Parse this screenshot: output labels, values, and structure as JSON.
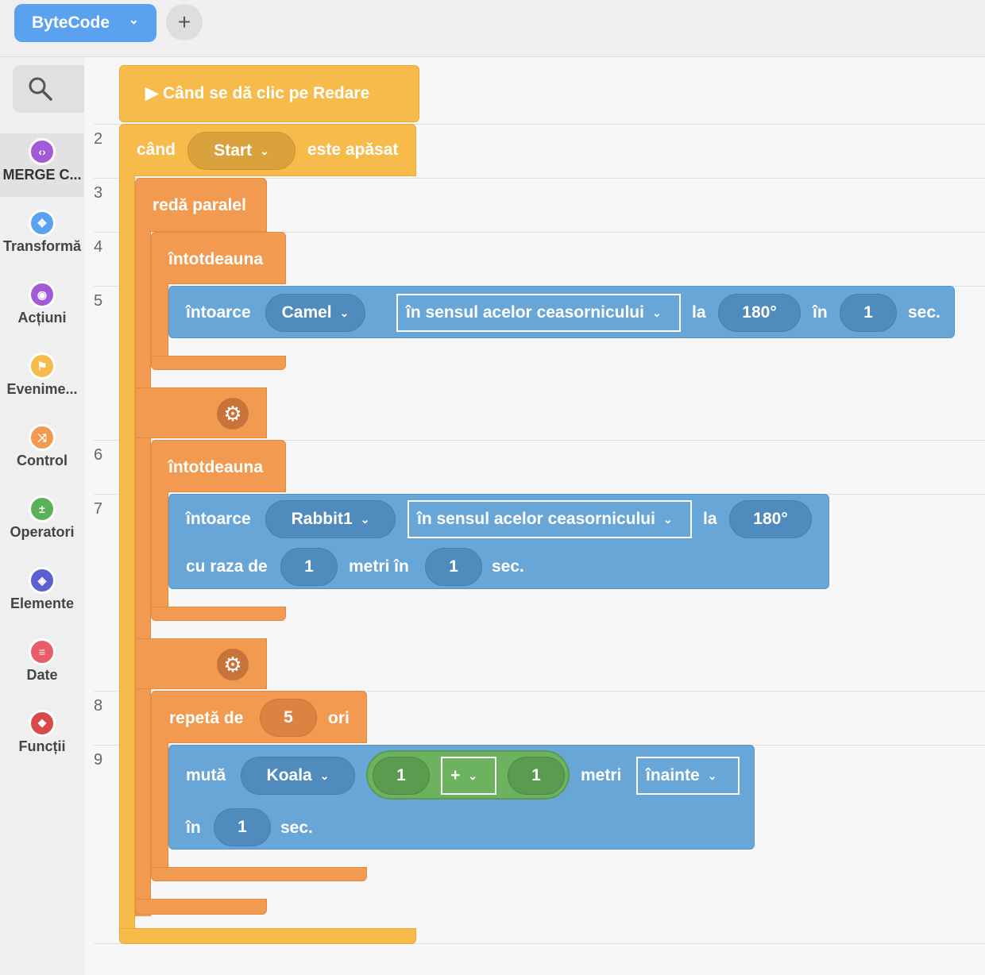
{
  "topbar": {
    "project_name": "ByteCode",
    "chevron": "chevron-down-icon",
    "add_label": "+"
  },
  "sidebar": {
    "search_icon": "search-icon",
    "categories": [
      {
        "label": "MERGE C...",
        "icon": "code-icon",
        "color": "#a35ad8"
      },
      {
        "label": "Transformă",
        "icon": "move-arrows-icon",
        "color": "#5aa1ef"
      },
      {
        "label": "Acțiuni",
        "icon": "eye-icon",
        "color": "#a35ad8"
      },
      {
        "label": "Evenime...",
        "icon": "flag-icon",
        "color": "#f6bb4a"
      },
      {
        "label": "Control",
        "icon": "branch-icon",
        "color": "#f19a50"
      },
      {
        "label": "Operatori",
        "icon": "math-icon",
        "color": "#5bb05a"
      },
      {
        "label": "Elemente",
        "icon": "cube-icon",
        "color": "#5b5fd0"
      },
      {
        "label": "Date",
        "icon": "database-icon",
        "color": "#e95d6b"
      },
      {
        "label": "Funcții",
        "icon": "function-icon",
        "color": "#d84a4a"
      }
    ]
  },
  "line_numbers": [
    "2",
    "3",
    "4",
    "5",
    "6",
    "7",
    "8",
    "9"
  ],
  "blocks": {
    "hat": {
      "label": "▶ Când se dă clic pe Redare"
    },
    "when_pressed": {
      "prefix": "când",
      "button": "Start",
      "suffix": "este apăsat"
    },
    "parallel": {
      "label": "redă paralel"
    },
    "forever1": {
      "label": "întotdeauna"
    },
    "turn1": {
      "verb": "întoarce",
      "object": "Camel",
      "direction": "în sensul acelor ceasornicului",
      "la": "la",
      "angle": "180°",
      "in": "în",
      "duration": "1",
      "unit": "sec."
    },
    "forever2": {
      "label": "întotdeauna"
    },
    "turn2": {
      "verb": "întoarce",
      "object": "Rabbit1",
      "direction": "în sensul acelor ceasornicului",
      "la": "la",
      "angle": "180°",
      "radius_label": "cu raza de",
      "radius": "1",
      "meters_in": "metri în",
      "duration": "1",
      "unit": "sec."
    },
    "repeat": {
      "prefix": "repetă de",
      "count": "5",
      "suffix": "ori"
    },
    "move": {
      "verb": "mută",
      "object": "Koala",
      "a": "1",
      "op": "+",
      "b": "1",
      "metri": "metri",
      "direction": "înainte",
      "in": "în",
      "duration": "1",
      "unit": "sec."
    }
  }
}
